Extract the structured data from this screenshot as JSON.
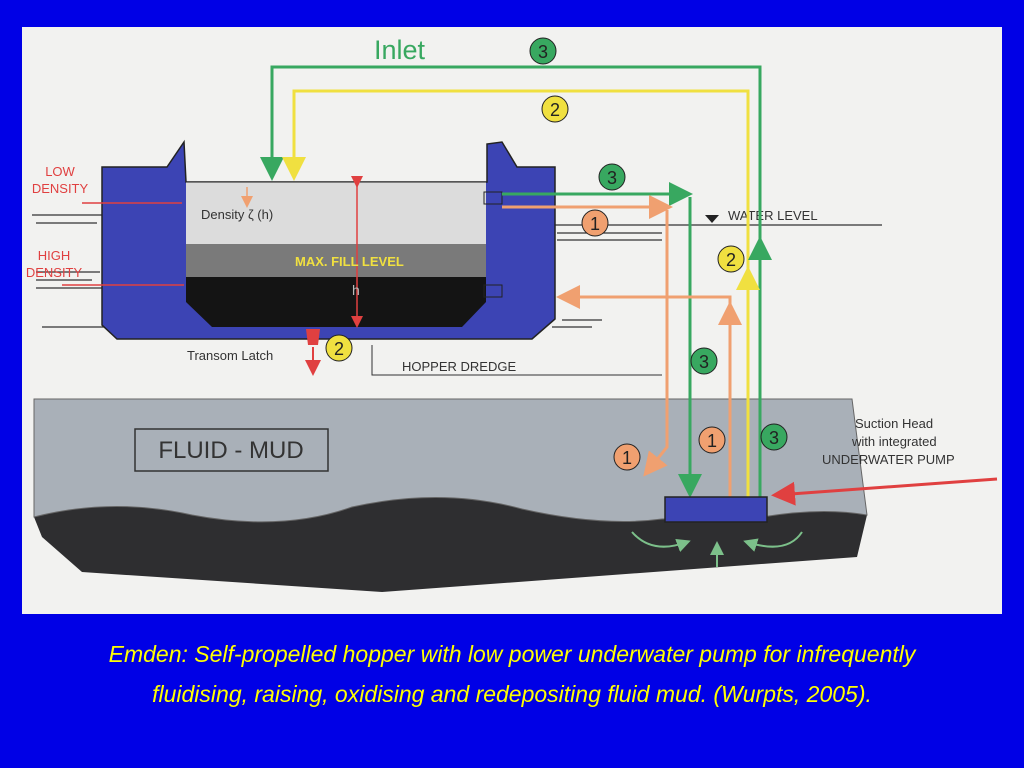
{
  "diagram": {
    "inlet": "Inlet",
    "low_density": [
      "LOW",
      "DENSITY"
    ],
    "high_density": [
      "HIGH",
      "DENSITY"
    ],
    "density_label": "Density ζ (h)",
    "max_fill": "MAX. FILL LEVEL",
    "h": "h",
    "water_level": "WATER LEVEL",
    "transom_latch": "Transom Latch",
    "hopper_dredge": "HOPPER DREDGE",
    "fluid_mud": "FLUID - MUD",
    "suction_head": [
      "Suction Head",
      "with integrated",
      "UNDERWATER PUMP"
    ],
    "markers": {
      "one": "1",
      "two": "2",
      "three": "3"
    },
    "colors": {
      "flow_1": "#f0a070",
      "flow_2": "#f0e040",
      "flow_3": "#38a860",
      "hull": "#3c44b4",
      "mud": "#a9b0b8",
      "seabed": "#2e2e30",
      "accent_red": "#e04040"
    }
  },
  "caption": {
    "line1": "Emden: Self-propelled hopper with low power underwater pump for infrequently",
    "line2": "fluidising, raising, oxidising and redepositing fluid mud. (Wurpts, 2005)."
  }
}
